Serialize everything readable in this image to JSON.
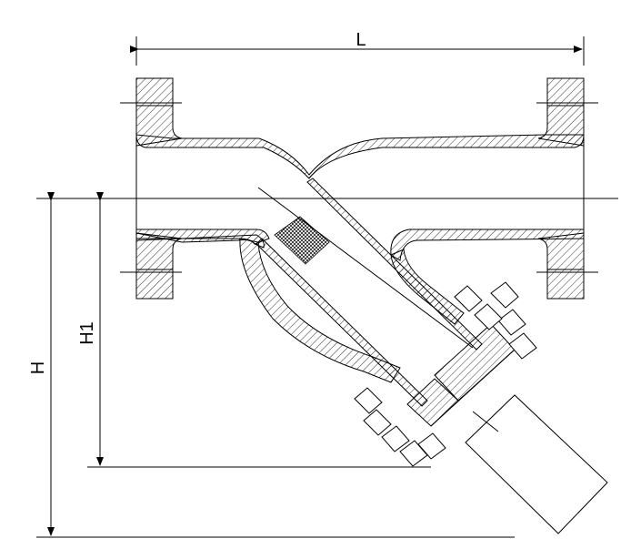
{
  "drawing": {
    "dimensions": {
      "length_label": "L",
      "height_label": "H",
      "height1_label": "H1"
    },
    "colors": {
      "line": "#000000",
      "background": "#ffffff",
      "hatch": "#000000"
    }
  }
}
